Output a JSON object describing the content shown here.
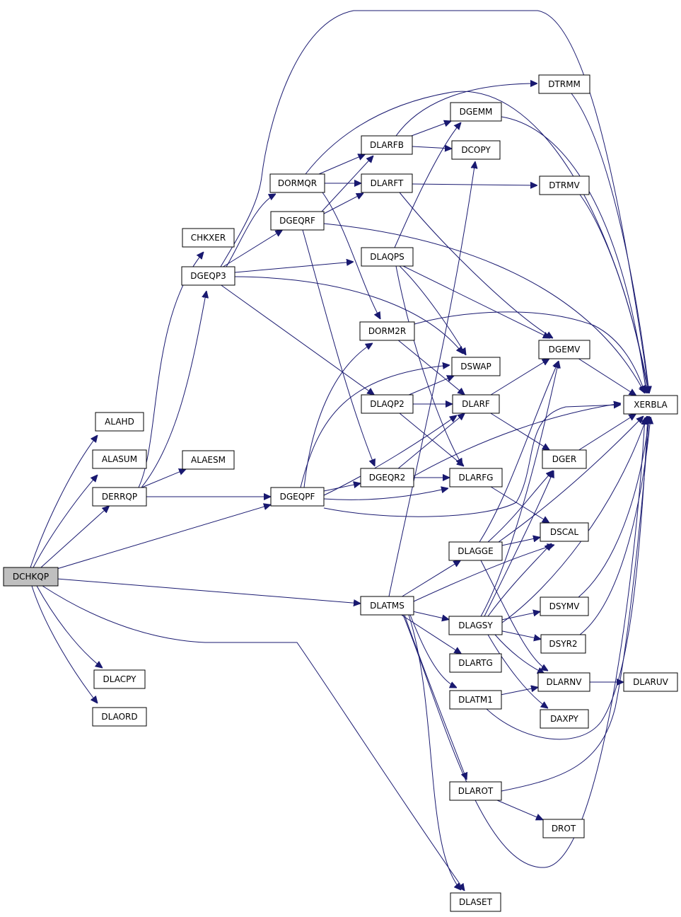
{
  "graph": {
    "root": "DCHKQP",
    "nodes": [
      "DCHKQP",
      "ALAHD",
      "ALASUM",
      "DERRQP",
      "DLACPY",
      "DLAORD",
      "CHKXER",
      "DGEQP3",
      "ALAESM",
      "DGEQPF",
      "DORMQR",
      "DGEQRF",
      "DLARFB",
      "DLARFT",
      "DLAQPS",
      "DORM2R",
      "DLAQP2",
      "DGEQR2",
      "DLATMS",
      "DGEMM",
      "DCOPY",
      "DTRMM",
      "DTRMV",
      "DSWAP",
      "DLARF",
      "DLARFG",
      "DLAGGE",
      "DLAGSY",
      "DLARTG",
      "DLATM1",
      "DLAROT",
      "DLASET",
      "DGEMV",
      "DGER",
      "DSCAL",
      "DSYMV",
      "DSYR2",
      "DLARNV",
      "DAXPY",
      "DROT",
      "XERBLA",
      "DLARUV"
    ],
    "edges": [
      [
        "DCHKQP",
        "ALAHD"
      ],
      [
        "DCHKQP",
        "ALASUM"
      ],
      [
        "DCHKQP",
        "DERRQP"
      ],
      [
        "DCHKQP",
        "DLACPY"
      ],
      [
        "DCHKQP",
        "DLAORD"
      ],
      [
        "DCHKQP",
        "DGEQPF"
      ],
      [
        "DCHKQP",
        "DLATMS"
      ],
      [
        "DCHKQP",
        "DLASET"
      ],
      [
        "DERRQP",
        "CHKXER"
      ],
      [
        "DERRQP",
        "DGEQP3"
      ],
      [
        "DERRQP",
        "ALAESM"
      ],
      [
        "DERRQP",
        "DGEQPF"
      ],
      [
        "DGEQP3",
        "DORMQR"
      ],
      [
        "DGEQP3",
        "DGEQRF"
      ],
      [
        "DGEQP3",
        "DLAQPS"
      ],
      [
        "DGEQP3",
        "DSWAP"
      ],
      [
        "DGEQP3",
        "DLAQP2"
      ],
      [
        "DGEQP3",
        "XERBLA"
      ],
      [
        "DGEQPF",
        "DORM2R"
      ],
      [
        "DGEQPF",
        "DSWAP"
      ],
      [
        "DGEQPF",
        "DGEQR2"
      ],
      [
        "DGEQPF",
        "DLARF"
      ],
      [
        "DGEQPF",
        "DLARFG"
      ],
      [
        "DGEQPF",
        "XERBLA"
      ],
      [
        "DORMQR",
        "DLARFB"
      ],
      [
        "DORMQR",
        "DLARFT"
      ],
      [
        "DORMQR",
        "DORM2R"
      ],
      [
        "DORMQR",
        "XERBLA"
      ],
      [
        "DGEQRF",
        "DLARFB"
      ],
      [
        "DGEQRF",
        "DLARFT"
      ],
      [
        "DGEQRF",
        "DGEQR2"
      ],
      [
        "DGEQRF",
        "XERBLA"
      ],
      [
        "DLARFB",
        "DGEMM"
      ],
      [
        "DLARFB",
        "DCOPY"
      ],
      [
        "DLARFB",
        "DTRMM"
      ],
      [
        "DLARFT",
        "DTRMV"
      ],
      [
        "DLARFT",
        "DGEMV"
      ],
      [
        "DLAQPS",
        "DGEMM"
      ],
      [
        "DLAQPS",
        "DSWAP"
      ],
      [
        "DLAQPS",
        "DGEMV"
      ],
      [
        "DLAQPS",
        "DLARFG"
      ],
      [
        "DORM2R",
        "DLARF"
      ],
      [
        "DORM2R",
        "XERBLA"
      ],
      [
        "DLAQP2",
        "DSWAP"
      ],
      [
        "DLAQP2",
        "DLARF"
      ],
      [
        "DLAQP2",
        "DLARFG"
      ],
      [
        "DGEQR2",
        "DLARF"
      ],
      [
        "DGEQR2",
        "DLARFG"
      ],
      [
        "DGEQR2",
        "XERBLA"
      ],
      [
        "DLATMS",
        "DCOPY"
      ],
      [
        "DLATMS",
        "DLAGGE"
      ],
      [
        "DLATMS",
        "DLAGSY"
      ],
      [
        "DLATMS",
        "DLARTG"
      ],
      [
        "DLATMS",
        "DLATM1"
      ],
      [
        "DLATMS",
        "DLAROT"
      ],
      [
        "DLATMS",
        "DLASET"
      ],
      [
        "DLATMS",
        "DSCAL"
      ],
      [
        "DLATMS",
        "XERBLA"
      ],
      [
        "DLARF",
        "DGEMV"
      ],
      [
        "DLARF",
        "DGER"
      ],
      [
        "DLARFG",
        "DSCAL"
      ],
      [
        "DLAGGE",
        "DGEMV"
      ],
      [
        "DLAGGE",
        "DGER"
      ],
      [
        "DLAGGE",
        "DSCAL"
      ],
      [
        "DLAGGE",
        "DLARNV"
      ],
      [
        "DLAGGE",
        "XERBLA"
      ],
      [
        "DLAGSY",
        "DGEMV"
      ],
      [
        "DLAGSY",
        "DGER"
      ],
      [
        "DLAGSY",
        "DSCAL"
      ],
      [
        "DLAGSY",
        "DSYMV"
      ],
      [
        "DLAGSY",
        "DSYR2"
      ],
      [
        "DLAGSY",
        "DLARNV"
      ],
      [
        "DLAGSY",
        "DAXPY"
      ],
      [
        "DLAGSY",
        "XERBLA"
      ],
      [
        "DLATM1",
        "DLARNV"
      ],
      [
        "DLATM1",
        "XERBLA"
      ],
      [
        "DLAROT",
        "DROT"
      ],
      [
        "DLAROT",
        "XERBLA"
      ],
      [
        "DGEMM",
        "XERBLA"
      ],
      [
        "DTRMM",
        "XERBLA"
      ],
      [
        "DTRMV",
        "XERBLA"
      ],
      [
        "DGEMV",
        "XERBLA"
      ],
      [
        "DGER",
        "XERBLA"
      ],
      [
        "DSYMV",
        "XERBLA"
      ],
      [
        "DSYR2",
        "XERBLA"
      ],
      [
        "DLARNV",
        "DLARUV"
      ]
    ]
  }
}
